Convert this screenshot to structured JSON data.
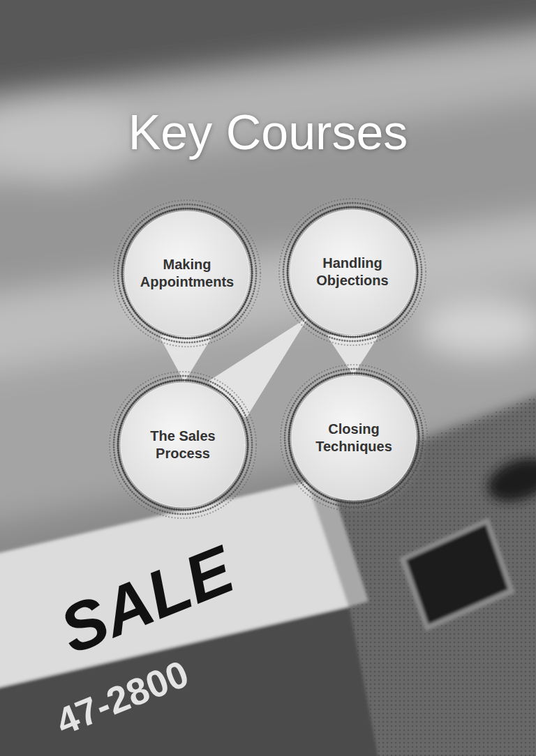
{
  "diagram": {
    "title": "Key Courses",
    "nodes": [
      {
        "text": [
          "Making Appointments"
        ]
      },
      {
        "text": [
          "Handling Objections"
        ]
      },
      {
        "text": [
          "The Sales Process"
        ]
      },
      {
        "text": [
          "Closing Techniques"
        ]
      }
    ],
    "edges": [
      {
        "from": 0,
        "to": 2,
        "arrow": "to"
      },
      {
        "from": 2,
        "to": 1,
        "arrow": "to"
      },
      {
        "from": 1,
        "to": 3,
        "arrow": "to"
      }
    ],
    "labels": [
      "SALE",
      "47-2800"
    ]
  }
}
